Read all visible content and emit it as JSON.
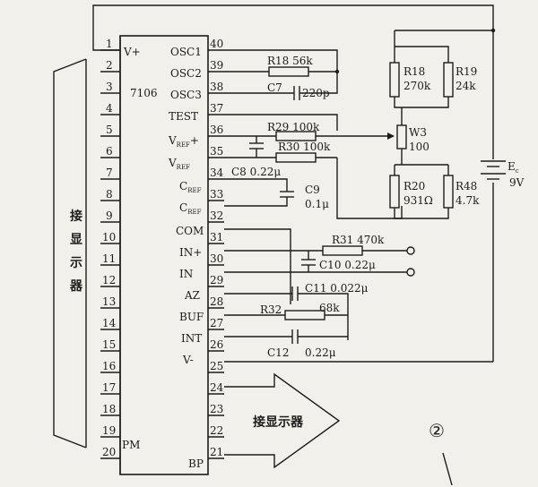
{
  "chip": {
    "name": "7106",
    "left_pins": [
      "1",
      "2",
      "3",
      "4",
      "5",
      "6",
      "7",
      "8",
      "9",
      "10",
      "11",
      "12",
      "13",
      "14",
      "15",
      "16",
      "17",
      "18",
      "19",
      "20"
    ],
    "right_pins": [
      "40",
      "39",
      "38",
      "37",
      "36",
      "35",
      "34",
      "33",
      "32",
      "31",
      "30",
      "29",
      "28",
      "27",
      "26",
      "25",
      "24",
      "23",
      "22",
      "21"
    ],
    "labels": {
      "vplus": "V+",
      "osc1": "OSC1",
      "osc2": "OSC2",
      "osc3": "OSC3",
      "test": "TEST",
      "vref_plus": "V",
      "vref_plus_sub": "REF",
      "vref_plus_sign": "+",
      "vref_minus": "V",
      "vref_minus_sub": "REF",
      "cref1": "C",
      "cref1_sub": "REF",
      "cref2": "C",
      "cref2_sub": "REF",
      "com": "COM",
      "in_plus": "IN+",
      "in_minus": "IN",
      "az": "AZ",
      "buf": "BUF",
      "int": "INT",
      "vminus": "V-",
      "pm": "PM",
      "bp": "BP"
    }
  },
  "components": {
    "r18a": "R18 56k",
    "c7": "C7",
    "c7v": "220p",
    "r29": "R29 100k",
    "r30": "R30 100k",
    "c8": "C8 0.22μ",
    "c9": "C9",
    "c9v": "0.1μ",
    "r31": "R31 470k",
    "c10": "C10 0.22μ",
    "c11": "C11 0.022μ",
    "r32": "R32",
    "r32v": "68k",
    "c12": "C12",
    "c12v": "0.22μ",
    "r18": "R18",
    "r18v": "270k",
    "r19": "R19",
    "r19v": "24k",
    "w3": "W3",
    "w3v": "100",
    "r20": "R20",
    "r20v": "931Ω",
    "r48": "R48",
    "r48v": "4.7k",
    "battery": "E",
    "battery_sub": "c",
    "battery_v": "9V"
  },
  "arrows": {
    "left_text": [
      "接",
      "显",
      "示",
      "器"
    ],
    "bottom_text": "接显示器"
  },
  "figure_number": "②"
}
